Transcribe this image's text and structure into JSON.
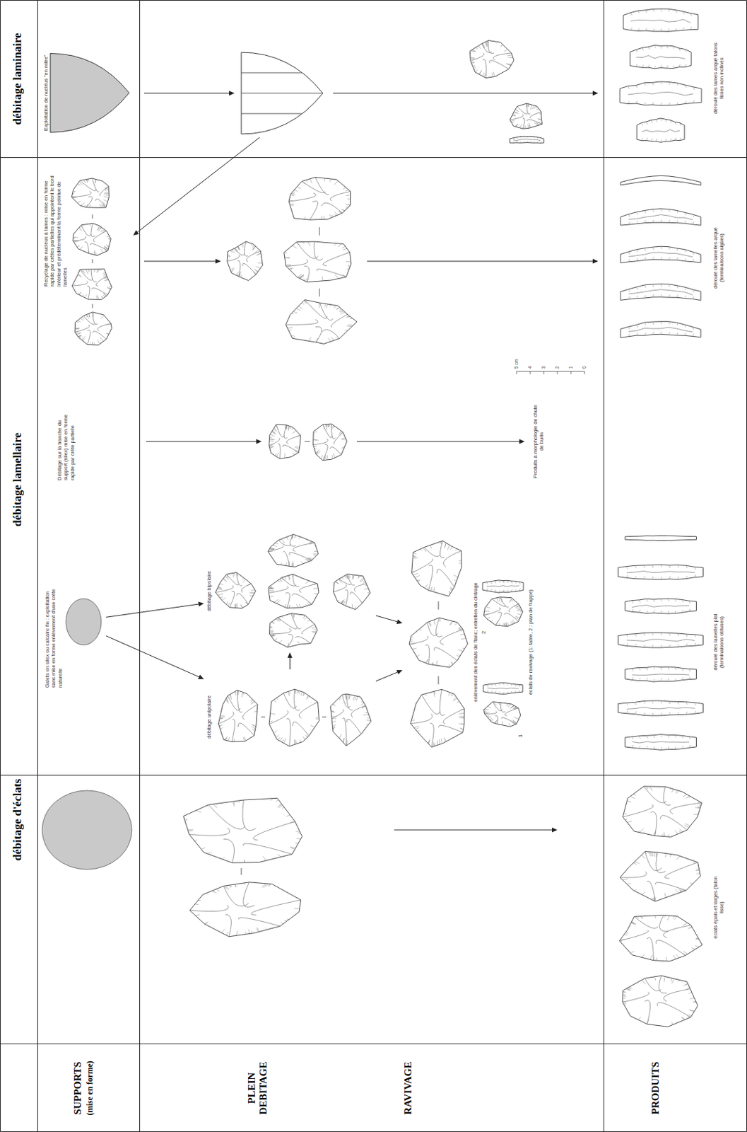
{
  "diagram": {
    "nodes": [
      {
        "text": [
          "Galets en silex ou calcaire fin : exploitation sans mise en forme enlèvement d'une crête naturelle"
        ]
      },
      {
        "text": [
          "Débitage sur la tranche du support (silex) mise en forme rapide par crête partielle"
        ]
      },
      {
        "text": [
          "Recyclage de nucléus à lames : mise en forme rapide par crêtes partielles qui appointent le bord inférieur et prédéterminent la forme pointue de lamelles"
        ]
      },
      {
        "text": [
          "Exploitation de nucléus \"en mitre\""
        ]
      },
      {
        "text": [
          "débitage unipolaire"
        ]
      },
      {
        "text": [
          "débitage bipolaire"
        ]
      },
      {
        "text": [
          "enlèvement des éclats de flanc; entretien du cintrage",
          "éclats de ravivage (1: table, 2 : plan de frappe)"
        ]
      },
      {
        "text": [
          "éclats épais et larges (talon lisse)"
        ]
      },
      {
        "text": [
          "déroulé des lamelles plat (terminaisons obtuses)"
        ]
      },
      {
        "text": [
          "Produits à morphologie de chute de burin"
        ]
      },
      {
        "text": [
          "déroulé des lamelles arqué (terminaisons aigües)"
        ]
      },
      {
        "text": [
          "déroulé des lames arqué talons lisses non inclinés"
        ]
      }
    ],
    "edges": [
      {
        "from": 0,
        "to": 4,
        "arrow": "to"
      },
      {
        "from": 0,
        "to": 5,
        "arrow": "to"
      },
      {
        "from": 4,
        "to": 5,
        "arrow": "to"
      },
      {
        "from": 4,
        "to": 6,
        "arrow": "to"
      },
      {
        "from": 5,
        "to": 6,
        "arrow": "to"
      }
    ],
    "labels": [
      "débitage d'éclats",
      "débitage lamellaire",
      "débitage laminaire",
      "SUPPORTS",
      "(mise en forme)",
      "PLEIN DEBITAGE",
      "RAVIVAGE",
      "PRODUITS",
      "1",
      "2",
      "0",
      "1",
      "2",
      "3",
      "4",
      "5 cm"
    ]
  }
}
